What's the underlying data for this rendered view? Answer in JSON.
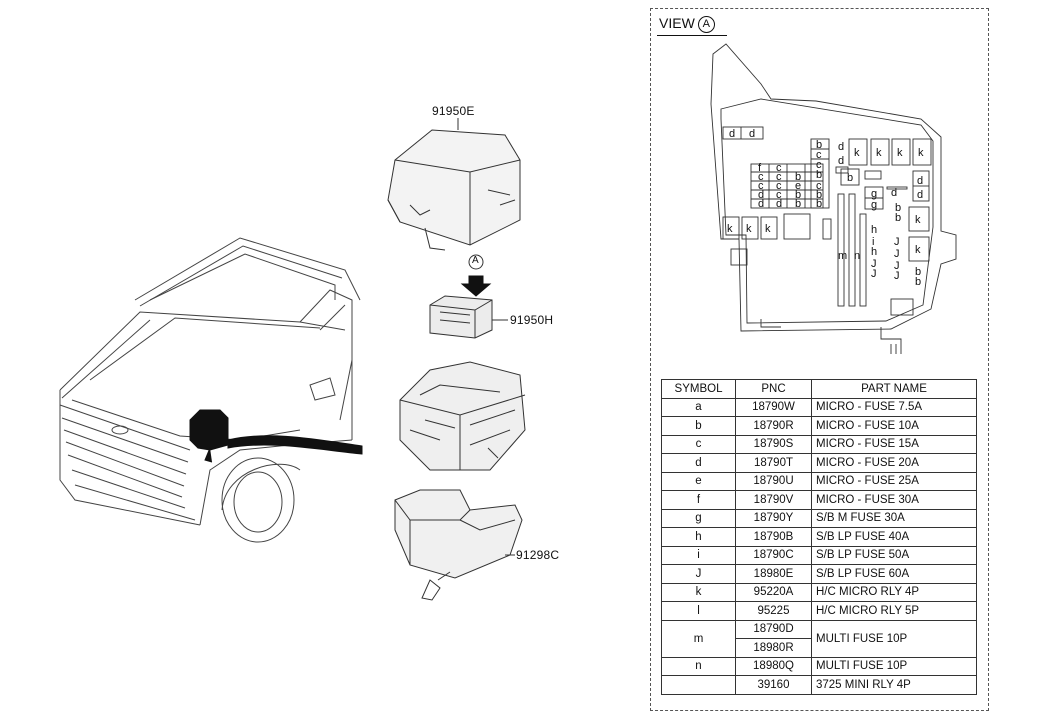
{
  "callouts": {
    "cover": "91950E",
    "relay": "91950H",
    "bracket": "91298C",
    "view_marker": "A"
  },
  "view": {
    "title": "VIEW",
    "marker": "A"
  },
  "table": {
    "headers": [
      "SYMBOL",
      "PNC",
      "PART NAME"
    ],
    "rows": [
      {
        "symbol": "a",
        "pnc": "18790W",
        "name": "MICRO - FUSE 7.5A"
      },
      {
        "symbol": "b",
        "pnc": "18790R",
        "name": "MICRO - FUSE 10A"
      },
      {
        "symbol": "c",
        "pnc": "18790S",
        "name": "MICRO - FUSE 15A"
      },
      {
        "symbol": "d",
        "pnc": "18790T",
        "name": "MICRO - FUSE 20A"
      },
      {
        "symbol": "e",
        "pnc": "18790U",
        "name": "MICRO - FUSE 25A"
      },
      {
        "symbol": "f",
        "pnc": "18790V",
        "name": "MICRO - FUSE 30A"
      },
      {
        "symbol": "g",
        "pnc": "18790Y",
        "name": "S/B M FUSE 30A"
      },
      {
        "symbol": "h",
        "pnc": "18790B",
        "name": "S/B LP FUSE 40A"
      },
      {
        "symbol": "i",
        "pnc": "18790C",
        "name": "S/B LP FUSE 50A"
      },
      {
        "symbol": "J",
        "pnc": "18980E",
        "name": "S/B LP FUSE 60A"
      },
      {
        "symbol": "k",
        "pnc": "95220A",
        "name": "H/C MICRO RLY 4P"
      },
      {
        "symbol": "l",
        "pnc": "95225",
        "name": "H/C MICRO RLY 5P"
      },
      {
        "symbol": "m",
        "pnc": "18790D",
        "pnc2": "18980R",
        "name": "MULTI FUSE 10P"
      },
      {
        "symbol": "n",
        "pnc": "18980Q",
        "name": "MULTI FUSE 10P"
      },
      {
        "symbol": "",
        "pnc": "39160",
        "name": "3725 MINI RLY 4P"
      }
    ]
  },
  "fuse_labels": {
    "top_d1": "d",
    "top_d2": "d",
    "b": "b",
    "c": "c",
    "d": "d",
    "e": "e",
    "f": "f",
    "g": "g",
    "h": "h",
    "i": "i",
    "j": "J",
    "k": "k",
    "m": "m",
    "n": "n"
  }
}
